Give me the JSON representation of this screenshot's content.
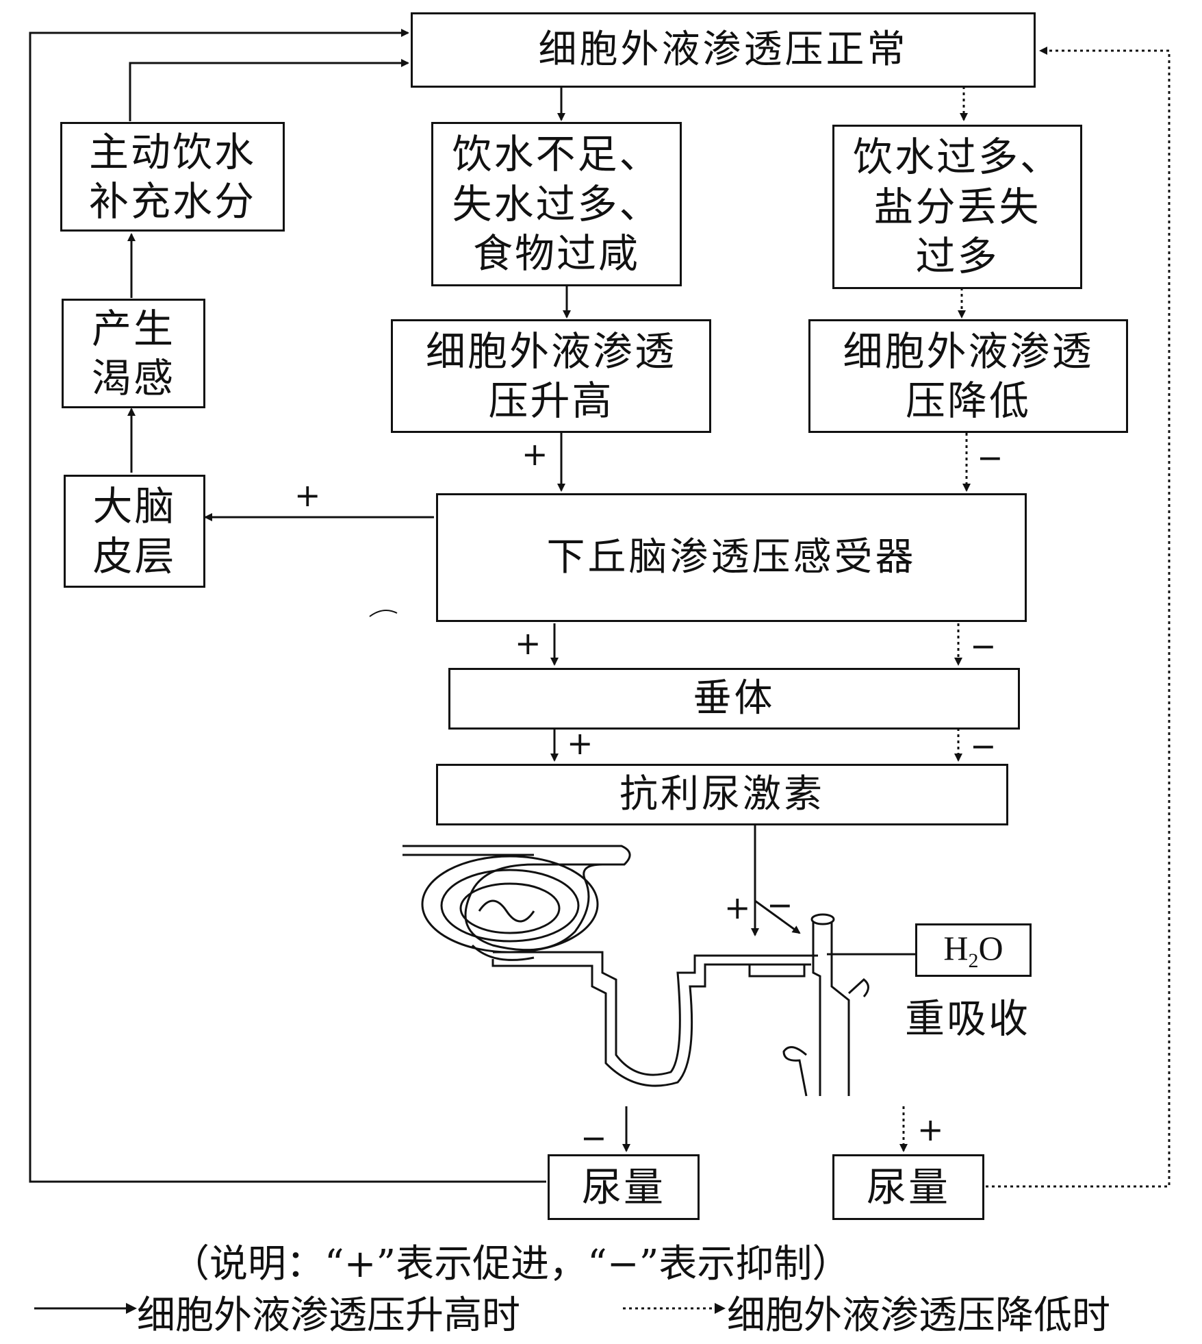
{
  "boxes": {
    "normal": "细胞外液渗透压正常",
    "drink_active": "主动饮水\n补充水分",
    "thirst": "产生\n渴感",
    "cortex": "大脑\n皮层",
    "cause_high": "饮水不足、\n失水过多、\n食物过咸",
    "cause_low": "饮水过多、\n盐分丢失\n过多",
    "osm_high": "细胞外液渗透\n压升高",
    "osm_low": "细胞外液渗透\n压降低",
    "hypothalamus": "下丘脑渗透压感受器",
    "pituitary": "垂体",
    "adh": "抗利尿激素",
    "urine_left": "尿量",
    "urine_right": "尿量",
    "h2o": "H",
    "h2o_sub": "2",
    "h2o_o": "O"
  },
  "labels": {
    "reabsorb": "重吸收",
    "plus": "+",
    "minus": "−"
  },
  "notes": {
    "explain": "（说明：“+”表示促进，“−”表示抑制）",
    "legend_solid": "细胞外液渗透压升高时",
    "legend_dotted": "细胞外液渗透压降低时"
  }
}
